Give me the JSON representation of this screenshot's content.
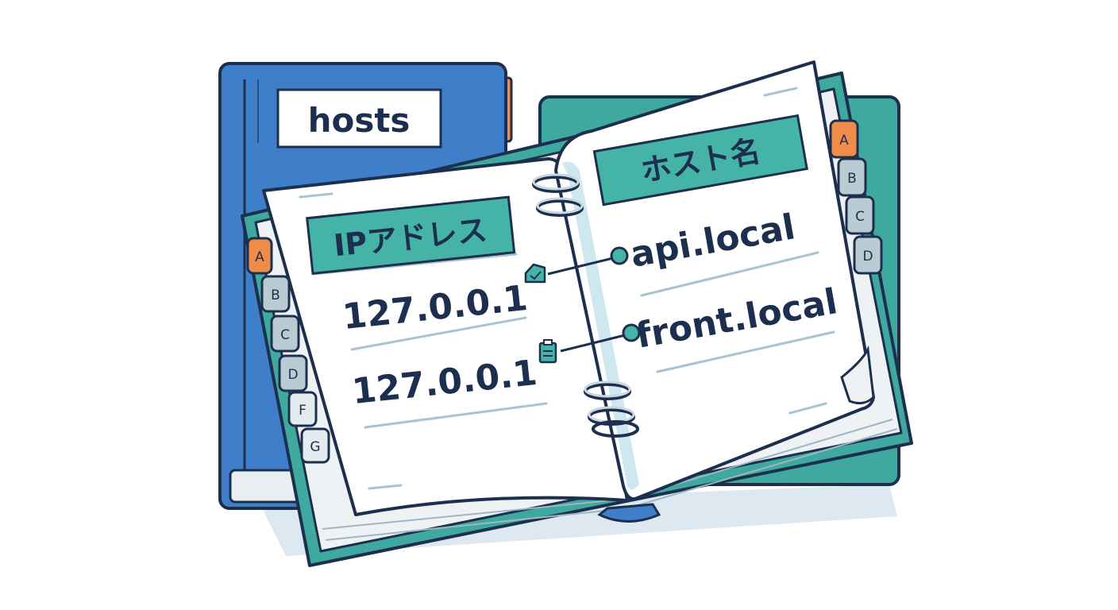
{
  "book_label": "hosts",
  "left_page": {
    "header": "IPアドレス",
    "entries": [
      "127.0.0.1",
      "127.0.0.1"
    ]
  },
  "right_page": {
    "header": "ホスト名",
    "entries": [
      "api.local",
      "front.local"
    ]
  },
  "left_tabs": [
    "A",
    "B",
    "C",
    "D",
    "F",
    "G"
  ],
  "right_tabs": [
    "A",
    "B",
    "C",
    "D"
  ],
  "colors": {
    "back_book": "#3f7fc9",
    "book_teal": "#3fa9a0",
    "header_fill": "#46b3a7",
    "outline": "#1d2f4f",
    "accent_tab": "#f08c4a",
    "tab_gray": "#b9ccd4"
  },
  "icons": [
    "tag-icon",
    "clipboard-icon"
  ]
}
